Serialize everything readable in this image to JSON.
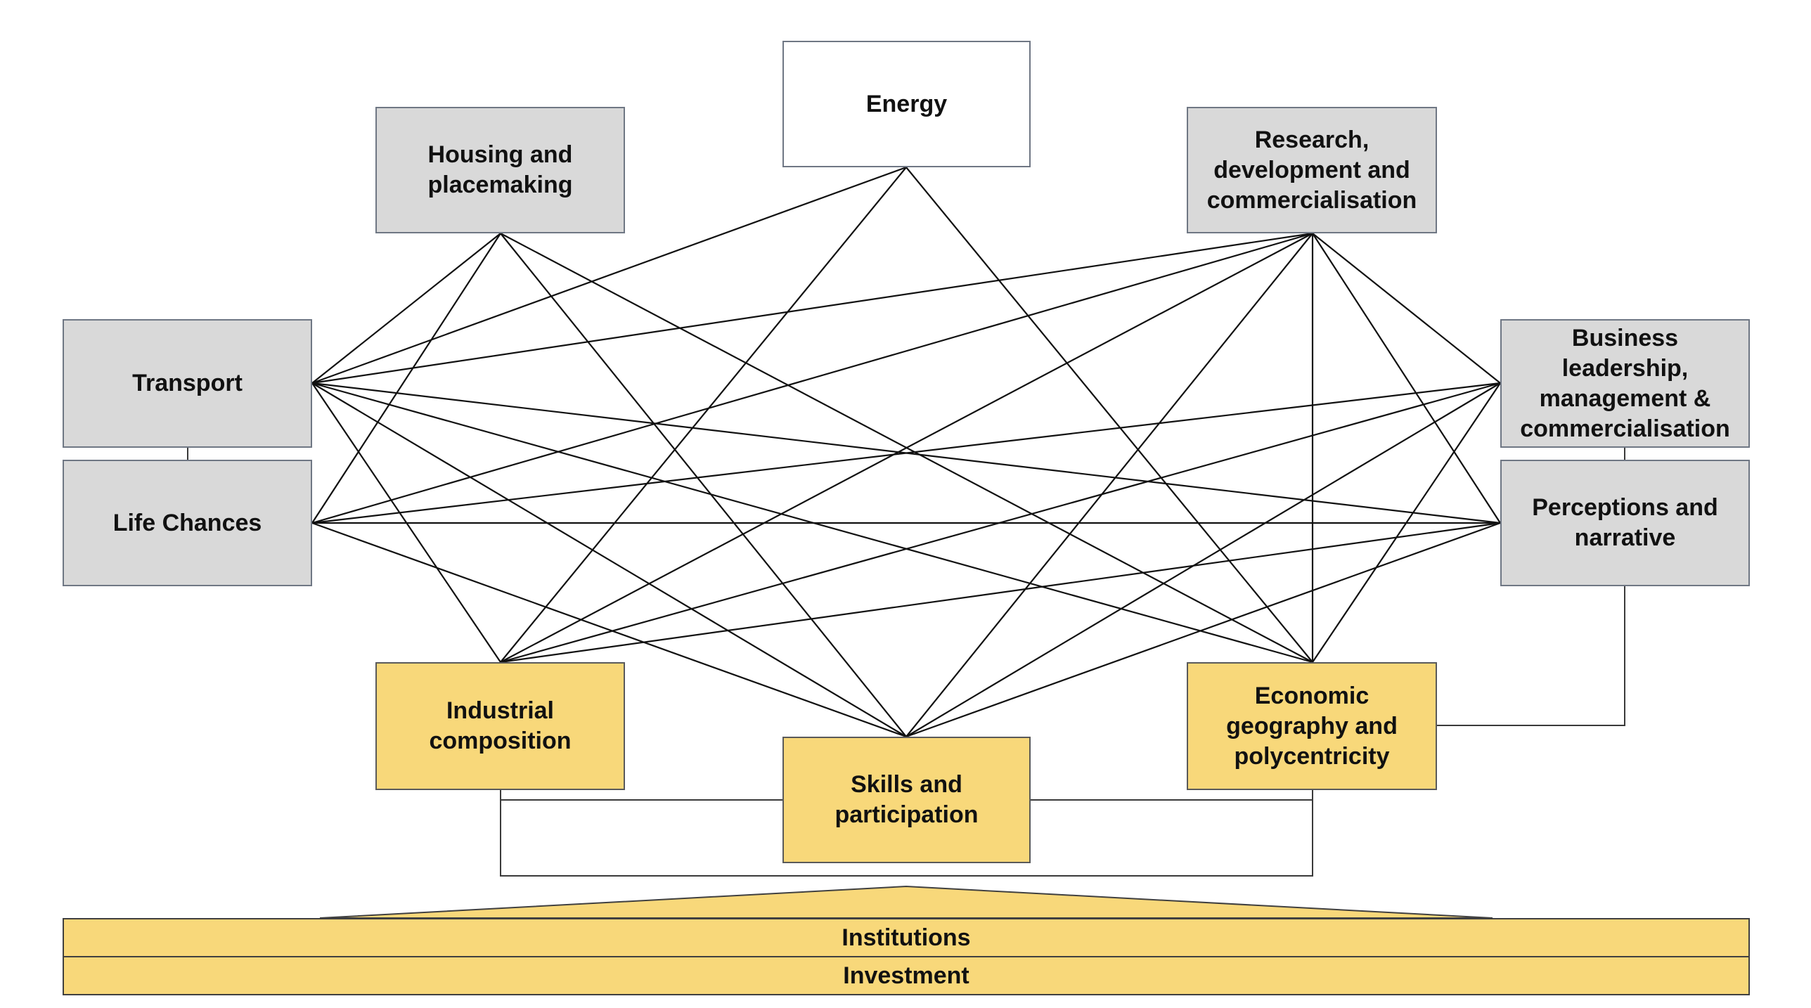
{
  "nodes": {
    "energy": {
      "label": "Energy"
    },
    "housing": {
      "label": "Housing and placemaking"
    },
    "research": {
      "label": "Research, development and commercialisation"
    },
    "transport": {
      "label": "Transport"
    },
    "life_chances": {
      "label": "Life Chances"
    },
    "business": {
      "label": "Business leadership, management & commercialisation"
    },
    "perceptions": {
      "label": "Perceptions and narrative"
    },
    "industrial": {
      "label": "Industrial composition"
    },
    "skills": {
      "label": "Skills and participation"
    },
    "econgeo": {
      "label": "Economic geography and polycentricity"
    }
  },
  "foundations": {
    "institutions": "Institutions",
    "investment": "Investment"
  },
  "colors": {
    "grey_box": "#d9d9d9",
    "white_box": "#ffffff",
    "yellow_box": "#f8d87a",
    "line": "#111111"
  },
  "edges": [
    [
      "housing",
      "transport"
    ],
    [
      "housing",
      "life_chances"
    ],
    [
      "housing",
      "skills"
    ],
    [
      "housing",
      "econgeo"
    ],
    [
      "energy",
      "transport"
    ],
    [
      "energy",
      "industrial"
    ],
    [
      "energy",
      "econgeo"
    ],
    [
      "research",
      "transport"
    ],
    [
      "research",
      "life_chances"
    ],
    [
      "research",
      "econgeo"
    ],
    [
      "research",
      "industrial"
    ],
    [
      "research",
      "skills"
    ],
    [
      "research",
      "perceptions"
    ],
    [
      "research",
      "business"
    ],
    [
      "transport",
      "industrial"
    ],
    [
      "transport",
      "skills"
    ],
    [
      "transport",
      "econgeo"
    ],
    [
      "transport",
      "perceptions"
    ],
    [
      "life_chances",
      "business"
    ],
    [
      "life_chances",
      "perceptions"
    ],
    [
      "life_chances",
      "skills"
    ],
    [
      "business",
      "industrial"
    ],
    [
      "business",
      "skills"
    ],
    [
      "business",
      "econgeo"
    ],
    [
      "perceptions",
      "industrial"
    ],
    [
      "perceptions",
      "skills"
    ]
  ]
}
